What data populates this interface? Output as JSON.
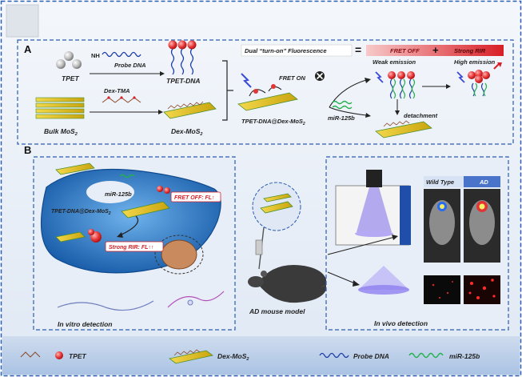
{
  "panels": {
    "a": "A",
    "b": "B"
  },
  "section_a": {
    "tpet": "TPET",
    "probe_dna": "Probe DNA",
    "nh2": "NH",
    "tpet_dna": "TPET-DNA",
    "bulk_mos2": "Bulk MoS",
    "dex_tma": "Dex-TMA",
    "dex_mos2": "Dex-MoS",
    "fret_on": "FRET ON",
    "complex": "TPET-DNA@Dex-MoS",
    "mir": "miR-125b",
    "weak": "Weak emission",
    "high": "High emission",
    "detachment": "detachment",
    "sub2": "2"
  },
  "banner": {
    "dual": "Dual “turn-on” Fluorescence",
    "equals": "=",
    "fret_off": "FRET OFF",
    "plus": "+",
    "strong_rir": "Strong RIR"
  },
  "section_b": {
    "mir": "miR-125b",
    "complex": "TPET-DNA@Dex-MoS",
    "fret_off_fl": "FRET OFF: FL↑",
    "strong_rir_fl": "Strong RIR: FL↑↑",
    "in_vitro": "In vitro detection",
    "ad_mouse": "AD mouse model",
    "in_vivo": "In vivo detection",
    "wild_type": "Wild Type",
    "ad": "AD"
  },
  "legend": {
    "tpet": "TPET",
    "dex_mos2": "Dex-MoS",
    "probe_dna": "Probe DNA",
    "mir": "miR-125b"
  },
  "colors": {
    "frame_blue": "#2a5db0",
    "red_accent": "#d81f26",
    "mos2_yellow": "#e8c21a",
    "dna_blue": "#1f3fa8",
    "mir_green": "#22b14c",
    "cell_blue": "#1c63b5"
  }
}
